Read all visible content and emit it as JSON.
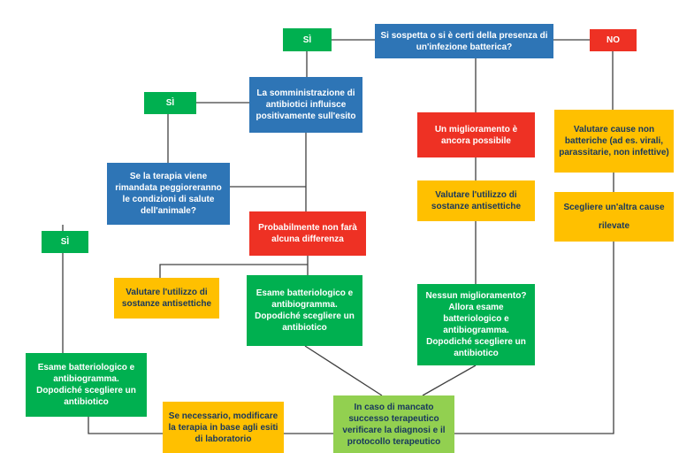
{
  "diagram": {
    "type": "flowchart",
    "language": "it",
    "colors": {
      "question_blue": "#2E75B6",
      "action_green": "#00B050",
      "alert_red": "#EE3124",
      "consider_yellow": "#FFC000",
      "outcome_light_green": "#92D050",
      "connector_line": "#404040",
      "text_light": "#FFFFFF",
      "text_dark": "#17375D",
      "background": "#FFFFFF"
    },
    "nodes": {
      "yes_top": "SÌ",
      "q_infection": "Si sospetta o si è certi della presenza di un'infezione batterica?",
      "no_top": "NO",
      "q_antibiotics": "La somministrazione di antibiotici influisce positivamente sull'esito",
      "yes_antibiotics": "SÌ",
      "q_delay": "Se la terapia viene rimandata peggioreranno le condizioni di salute dell'animale?",
      "yes_delay": "SÌ",
      "no_difference": "Probabilmente non farà alcuna differenza",
      "improvement_possible": "Un miglioramento è ancora possibile",
      "antiseptics_right": "Valutare l'utilizzo di sostanze antisettiche",
      "non_bacterial_causes": "Valutare cause non batteriche (ad es. virali, parassitarie, non infettive)",
      "other_cause": "Scegliere un'altra cause rilevate",
      "antiseptics_left": "Valutare l'utilizzo di sostanze antisettiche",
      "exam_center": "Esame batteriologico e antibiogramma. Dopodiché scegliere un antibiotico",
      "no_improvement_exam": "Nessun miglioramento? Allora esame batteriologico e antibiogramma. Dopodiché scegliere un antibiotico",
      "exam_left": "Esame batteriologico e antibiogramma. Dopodiché scegliere un antibiotico",
      "modify_therapy": "Se necessario, modificare la terapia in base agli esiti di laboratorio",
      "failure_check": "In caso di mancato successo terapeutico verificare la diagnosi e il protocollo terapeutico"
    },
    "edges": [
      {
        "from": "yes_top",
        "to": "q_infection"
      },
      {
        "from": "q_infection",
        "to": "no_top"
      },
      {
        "from": "no_top",
        "to": "non_bacterial_causes"
      },
      {
        "from": "non_bacterial_causes",
        "to": "other_cause"
      },
      {
        "from": "yes_top",
        "to": "q_antibiotics"
      },
      {
        "from": "yes_antibiotics",
        "to": "q_antibiotics"
      },
      {
        "from": "yes_antibiotics",
        "to": "q_delay"
      },
      {
        "from": "q_antibiotics",
        "to": "no_difference"
      },
      {
        "from": "q_delay",
        "to": "no_difference"
      },
      {
        "from": "q_delay",
        "to": "yes_delay"
      },
      {
        "from": "yes_delay",
        "to": "exam_left"
      },
      {
        "from": "q_infection",
        "to": "improvement_possible"
      },
      {
        "from": "improvement_possible",
        "to": "antiseptics_right"
      },
      {
        "from": "antiseptics_right",
        "to": "no_improvement_exam"
      },
      {
        "from": "no_difference",
        "to": "exam_center"
      },
      {
        "from": "no_difference",
        "to": "antiseptics_left"
      },
      {
        "from": "exam_center",
        "to": "failure_check"
      },
      {
        "from": "no_improvement_exam",
        "to": "failure_check"
      },
      {
        "from": "exam_left",
        "to": "modify_therapy"
      },
      {
        "from": "modify_therapy",
        "to": "failure_check"
      },
      {
        "from": "other_cause",
        "to": "failure_check"
      }
    ]
  }
}
